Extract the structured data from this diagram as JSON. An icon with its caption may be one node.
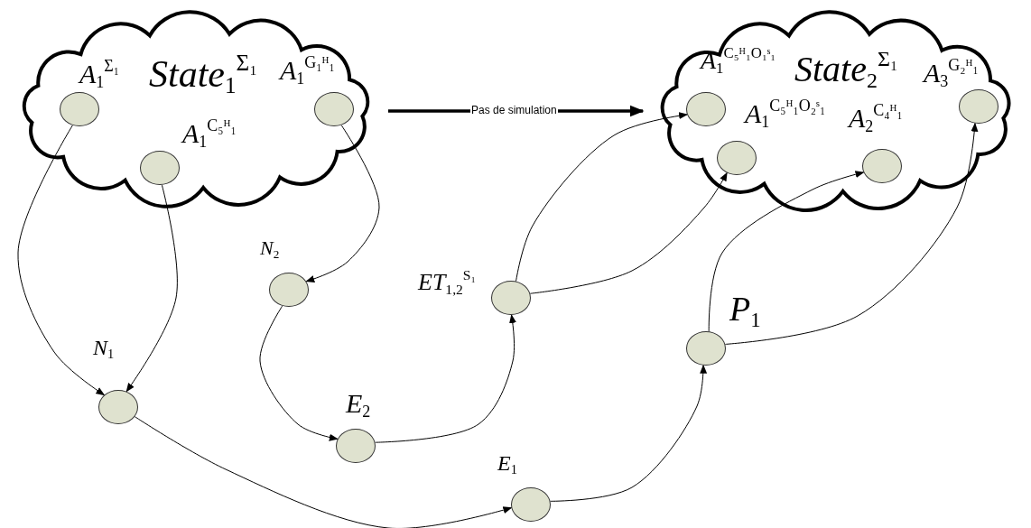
{
  "diagram": {
    "nodes": [
      {
        "text": [
          "State$_{1}$$^{Σ₁}$"
        ]
      },
      {
        "text": [
          "A$_{1}$$^{Σ₁}$"
        ],
        "in": 0
      },
      {
        "text": [
          "A$_{1}$$^{C₅ᴴ₁}$"
        ],
        "in": 0
      },
      {
        "text": [
          "A$_{1}$$^{G₁ᴴ₁}$"
        ],
        "in": 0
      },
      {
        "text": [
          "State$_{2}$$^{Σ₁}$"
        ]
      },
      {
        "text": [
          "A$_{1}$$^{C₅ᴴ₁O₁ˢ₁}$"
        ],
        "in": 4
      },
      {
        "text": [
          "A$_{1}$$^{C₅ᴴ₁O₂ˢ₁}$"
        ],
        "in": 4
      },
      {
        "text": [
          "A$_{2}$$^{C₄ᴴ₁}$"
        ],
        "in": 4
      },
      {
        "text": [
          "A$_{3}$$^{G₂ᴴ₁}$"
        ],
        "in": 4
      },
      {
        "text": [
          "N$_{2}$"
        ]
      },
      {
        "text": [
          "ET$_{1,2}$$^{S₁}$"
        ]
      },
      {
        "text": [
          "N$_{1}$"
        ]
      },
      {
        "text": [
          "P$_{1}$"
        ]
      },
      {
        "text": [
          "E$_{2}$"
        ]
      },
      {
        "text": [
          "E$_{1}$"
        ]
      }
    ],
    "edges": [
      {
        "from": 0,
        "to": 4,
        "arrow": "to",
        "label": "Pas de simulation",
        "style": "thick"
      },
      {
        "from": 1,
        "to": 11,
        "arrow": "to"
      },
      {
        "from": 2,
        "to": 11,
        "arrow": "to"
      },
      {
        "from": 3,
        "to": 9,
        "arrow": "to"
      },
      {
        "from": 9,
        "to": 13,
        "arrow": "to"
      },
      {
        "from": 13,
        "to": 10,
        "arrow": "to"
      },
      {
        "from": 10,
        "to": 5,
        "arrow": "to"
      },
      {
        "from": 10,
        "to": 6,
        "arrow": "to"
      },
      {
        "from": 11,
        "to": 14,
        "arrow": "to"
      },
      {
        "from": 14,
        "to": 12,
        "arrow": "to"
      },
      {
        "from": 12,
        "to": 7,
        "arrow": "to"
      },
      {
        "from": 12,
        "to": 8,
        "arrow": "to"
      }
    ]
  }
}
